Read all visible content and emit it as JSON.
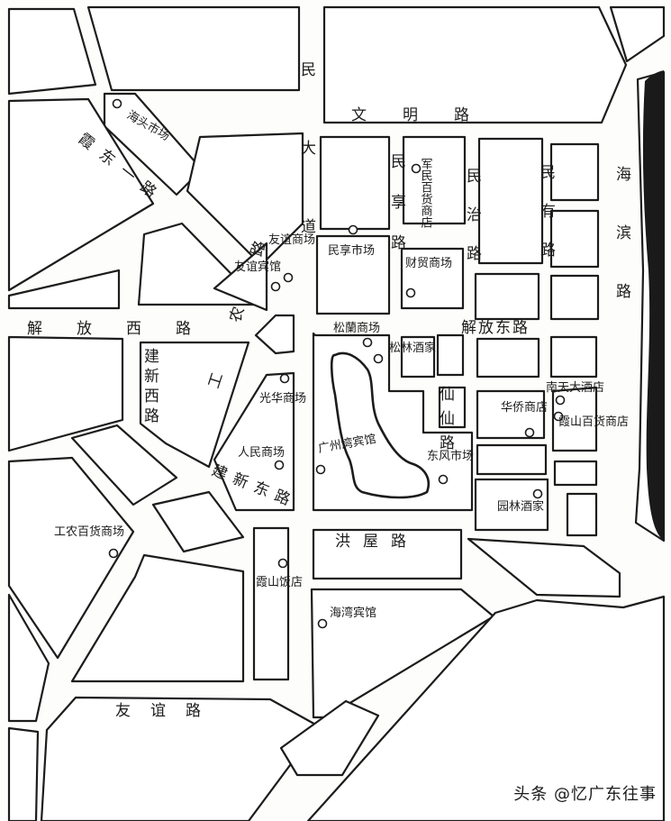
{
  "roads": {
    "wenming": "文明路",
    "minda": "民大道",
    "minxiang": "民享路",
    "minzhi": "民治路",
    "minyou": "民有路",
    "haibin": "海滨路",
    "xiadong": "霞东一路",
    "jiefang_west": "解放西路",
    "jiefang_east": "解放东路",
    "jianxin_west": "建新西路",
    "gongnong": "工农路",
    "jianxin_east": "建新东路",
    "hongwu": "洪屋路",
    "youyi": "友谊路",
    "xianxian": "仙仙路"
  },
  "places": [
    {
      "id": "haitou-market",
      "label": "海头市场"
    },
    {
      "id": "junmin-store",
      "label": "军民百货商店"
    },
    {
      "id": "youyi-market",
      "label": "友谊商场"
    },
    {
      "id": "youyi-hotel",
      "label": "友谊宾馆"
    },
    {
      "id": "minxiang-market",
      "label": "民享市场"
    },
    {
      "id": "caimao-market",
      "label": "财贸商场"
    },
    {
      "id": "songlan-market",
      "label": "松蘭商场"
    },
    {
      "id": "songlin-restaurant",
      "label": "松林酒家"
    },
    {
      "id": "guanghua-market",
      "label": "光华商场"
    },
    {
      "id": "renmin-market",
      "label": "人民商场"
    },
    {
      "id": "guangzhouwan-hotel",
      "label": "广州湾宾馆"
    },
    {
      "id": "dongfeng-market",
      "label": "东风市场"
    },
    {
      "id": "huaqiao-store",
      "label": "华侨商店"
    },
    {
      "id": "nantian-hotel",
      "label": "南天大酒店"
    },
    {
      "id": "xiashan-store",
      "label": "霞山百货商店"
    },
    {
      "id": "yuanlin-restaurant",
      "label": "园林酒家"
    },
    {
      "id": "gongnong-store",
      "label": "工农百货商场"
    },
    {
      "id": "xiashan-restaurant",
      "label": "霞山饭店"
    },
    {
      "id": "haiwan-hotel",
      "label": "海湾宾馆"
    }
  ],
  "watermark": "头条 @忆广东往事"
}
